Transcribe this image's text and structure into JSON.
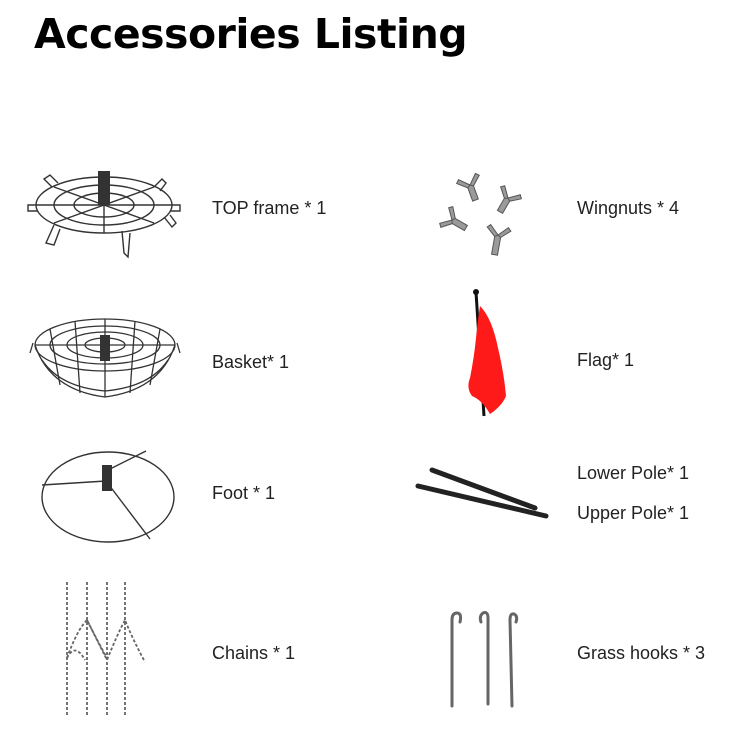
{
  "title": "Accessories Listing",
  "items": [
    {
      "label": "TOP frame * 1"
    },
    {
      "label": "Wingnuts * 4"
    },
    {
      "label": "Basket* 1"
    },
    {
      "label": "Flag* 1"
    },
    {
      "label": "Foot * 1"
    },
    {
      "label": "Lower Pole* 1"
    },
    {
      "label": "Upper Pole* 1"
    },
    {
      "label": "Chains * 1"
    },
    {
      "label": "Grass hooks *  3"
    }
  ],
  "colors": {
    "wire": "#333333",
    "flag": "#ff1a1a",
    "metal": "#8a8a8a"
  }
}
